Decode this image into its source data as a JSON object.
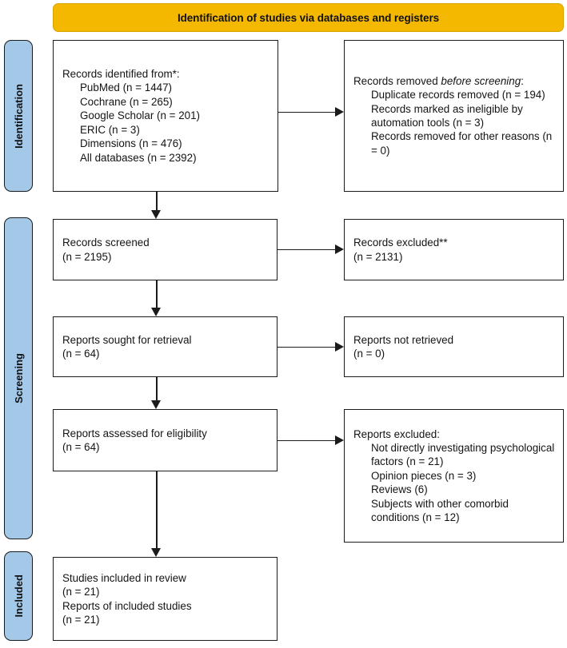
{
  "title": "Identification of studies via databases and registers",
  "stages": [
    {
      "id": "identification",
      "label": "Identification"
    },
    {
      "id": "screening",
      "label": "Screening"
    },
    {
      "id": "included",
      "label": "Included"
    }
  ],
  "boxes": {
    "identified": {
      "heading": "Records identified from*:",
      "items": [
        "PubMed (n = 1447)",
        "Cochrane (n = 265)",
        "Google Scholar (n = 201)",
        "ERIC (n = 3)",
        "Dimensions (n = 476)",
        "All databases (n = 2392)"
      ]
    },
    "removed": {
      "heading_pre": "Records removed ",
      "heading_italic": "before screening",
      "heading_post": ":",
      "items": [
        "Duplicate records removed (n = 194)",
        "Records marked as ineligible by automation tools (n = 3)",
        "Records removed for other reasons (n = 0)"
      ]
    },
    "screened": {
      "line1": "Records screened",
      "line2": "(n = 2195)"
    },
    "excluded": {
      "line1": "Records excluded**",
      "line2": "(n = 2131)"
    },
    "sought": {
      "line1": "Reports sought for retrieval",
      "line2": "(n = 64)"
    },
    "not_retrieved": {
      "line1": "Reports not retrieved",
      "line2": "(n = 0)"
    },
    "assessed": {
      "line1": "Reports assessed for eligibility",
      "line2": "(n = 64)"
    },
    "reports_excluded": {
      "heading": "Reports excluded:",
      "items": [
        "Not directly investigating psychological factors (n = 21)",
        "Opinion pieces (n = 3)",
        "Reviews (6)",
        "Subjects with other comorbid conditions (n = 12)"
      ]
    },
    "included": {
      "line1": "Studies included in review",
      "line2": "(n = 21)",
      "line3": "Reports of included studies",
      "line4": "(n = 21)"
    }
  },
  "colors": {
    "banner": "#F5B800",
    "stage": "#A4C8E8",
    "border": "#1b1b1b",
    "text": "#141414"
  }
}
